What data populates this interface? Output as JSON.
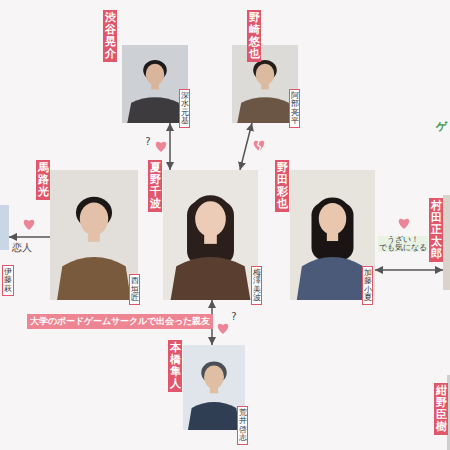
{
  "diagram": {
    "nodes": [
      {
        "text": [
          "渋谷晃介",
          "深水元基"
        ]
      },
      {
        "text": [
          "野崎悠也",
          "阿部亮平"
        ]
      },
      {
        "text": [
          "大学のボードゲームサークルで出会った親友"
        ]
      },
      {
        "text": [
          "馬路光",
          "西垣匠"
        ],
        "in": 2
      },
      {
        "text": [
          "夏野千波",
          "梅澤美波"
        ],
        "in": 2
      },
      {
        "text": [
          "野田彩也",
          "加藤小夏"
        ],
        "in": 2
      },
      {
        "text": [
          "ゲ"
        ]
      },
      {
        "text": [
          "村田正太郎"
        ],
        "in": 6
      },
      {
        "text": [
          "伊藤萩"
        ]
      },
      {
        "text": [
          "本橋隼人",
          "荒井啓志"
        ]
      },
      {
        "text": [
          "紺野臣樹"
        ],
        "in": 6
      }
    ],
    "edges": [
      {
        "from": 0,
        "to": 4,
        "label": "?",
        "arrow": "both"
      },
      {
        "from": 1,
        "to": 4,
        "arrow": "both"
      },
      {
        "from": 3,
        "to": 8,
        "label": "恋人",
        "arrow": "to"
      },
      {
        "from": 5,
        "to": 7,
        "label": "うざい！ でも気になる",
        "arrow": "both"
      },
      {
        "from": 4,
        "to": 9,
        "label": "?",
        "arrow": "both"
      }
    ]
  }
}
